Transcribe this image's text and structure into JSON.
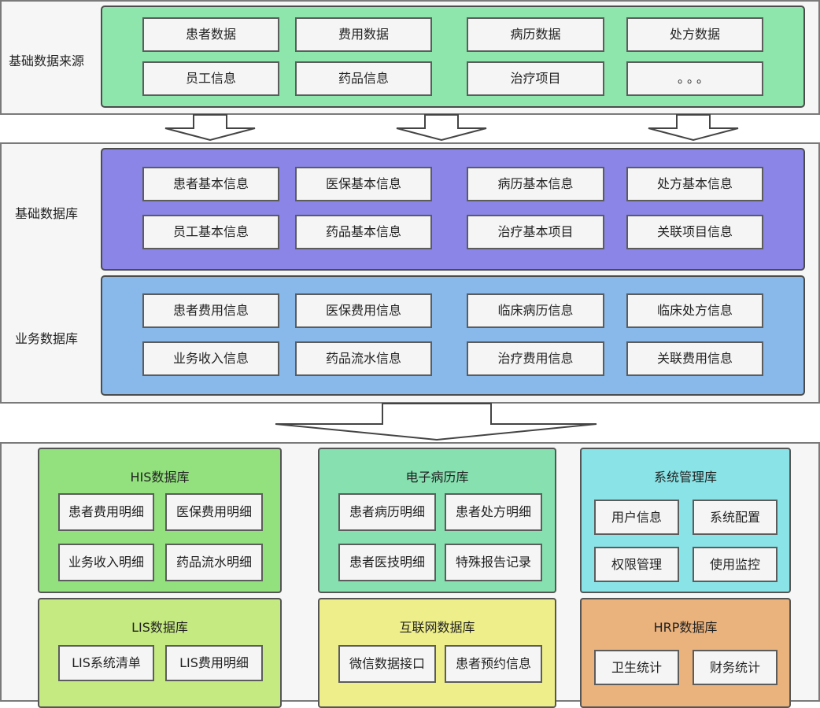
{
  "sections": {
    "source": {
      "label": "基础数据来源",
      "items": [
        "患者数据",
        "费用数据",
        "病历数据",
        "处方数据",
        "员工信息",
        "药品信息",
        "治疗项目",
        "。。。"
      ]
    },
    "base": {
      "label": "基础数据库",
      "items": [
        "患者基本信息",
        "医保基本信息",
        "病历基本信息",
        "处方基本信息",
        "员工基本信息",
        "药品基本信息",
        "治疗基本项目",
        "关联项目信息"
      ]
    },
    "business": {
      "label": "业务数据库",
      "items": [
        "患者费用信息",
        "医保费用信息",
        "临床病历信息",
        "临床处方信息",
        "业务收入信息",
        "药品流水信息",
        "治疗费用信息",
        "关联费用信息"
      ]
    }
  },
  "modules": [
    {
      "title": "HIS数据库",
      "items": [
        "患者费用明细",
        "医保费用明细",
        "业务收入明细",
        "药品流水明细"
      ]
    },
    {
      "title": "电子病历库",
      "items": [
        "患者病历明细",
        "患者处方明细",
        "患者医技明细",
        "特殊报告记录"
      ]
    },
    {
      "title": "系统管理库",
      "items": [
        "用户信息",
        "系统配置",
        "权限管理",
        "使用监控"
      ]
    },
    {
      "title": "LIS数据库",
      "items": [
        "LIS系统清单",
        "LIS费用明细"
      ]
    },
    {
      "title": "互联网数据库",
      "items": [
        "微信数据接口",
        "患者预约信息"
      ]
    },
    {
      "title": "HRP数据库",
      "items": [
        "卫生统计",
        "财务统计"
      ]
    }
  ],
  "colors": {
    "source_band": "#8fe6ad",
    "base_band": "#8a85e6",
    "business_band": "#88b9ea",
    "his": "#92e07e",
    "emr": "#86e0b0",
    "sys": "#8ae3e6",
    "lis": "#c6ea82",
    "internet": "#eeee8a",
    "hrp": "#eab27c"
  }
}
